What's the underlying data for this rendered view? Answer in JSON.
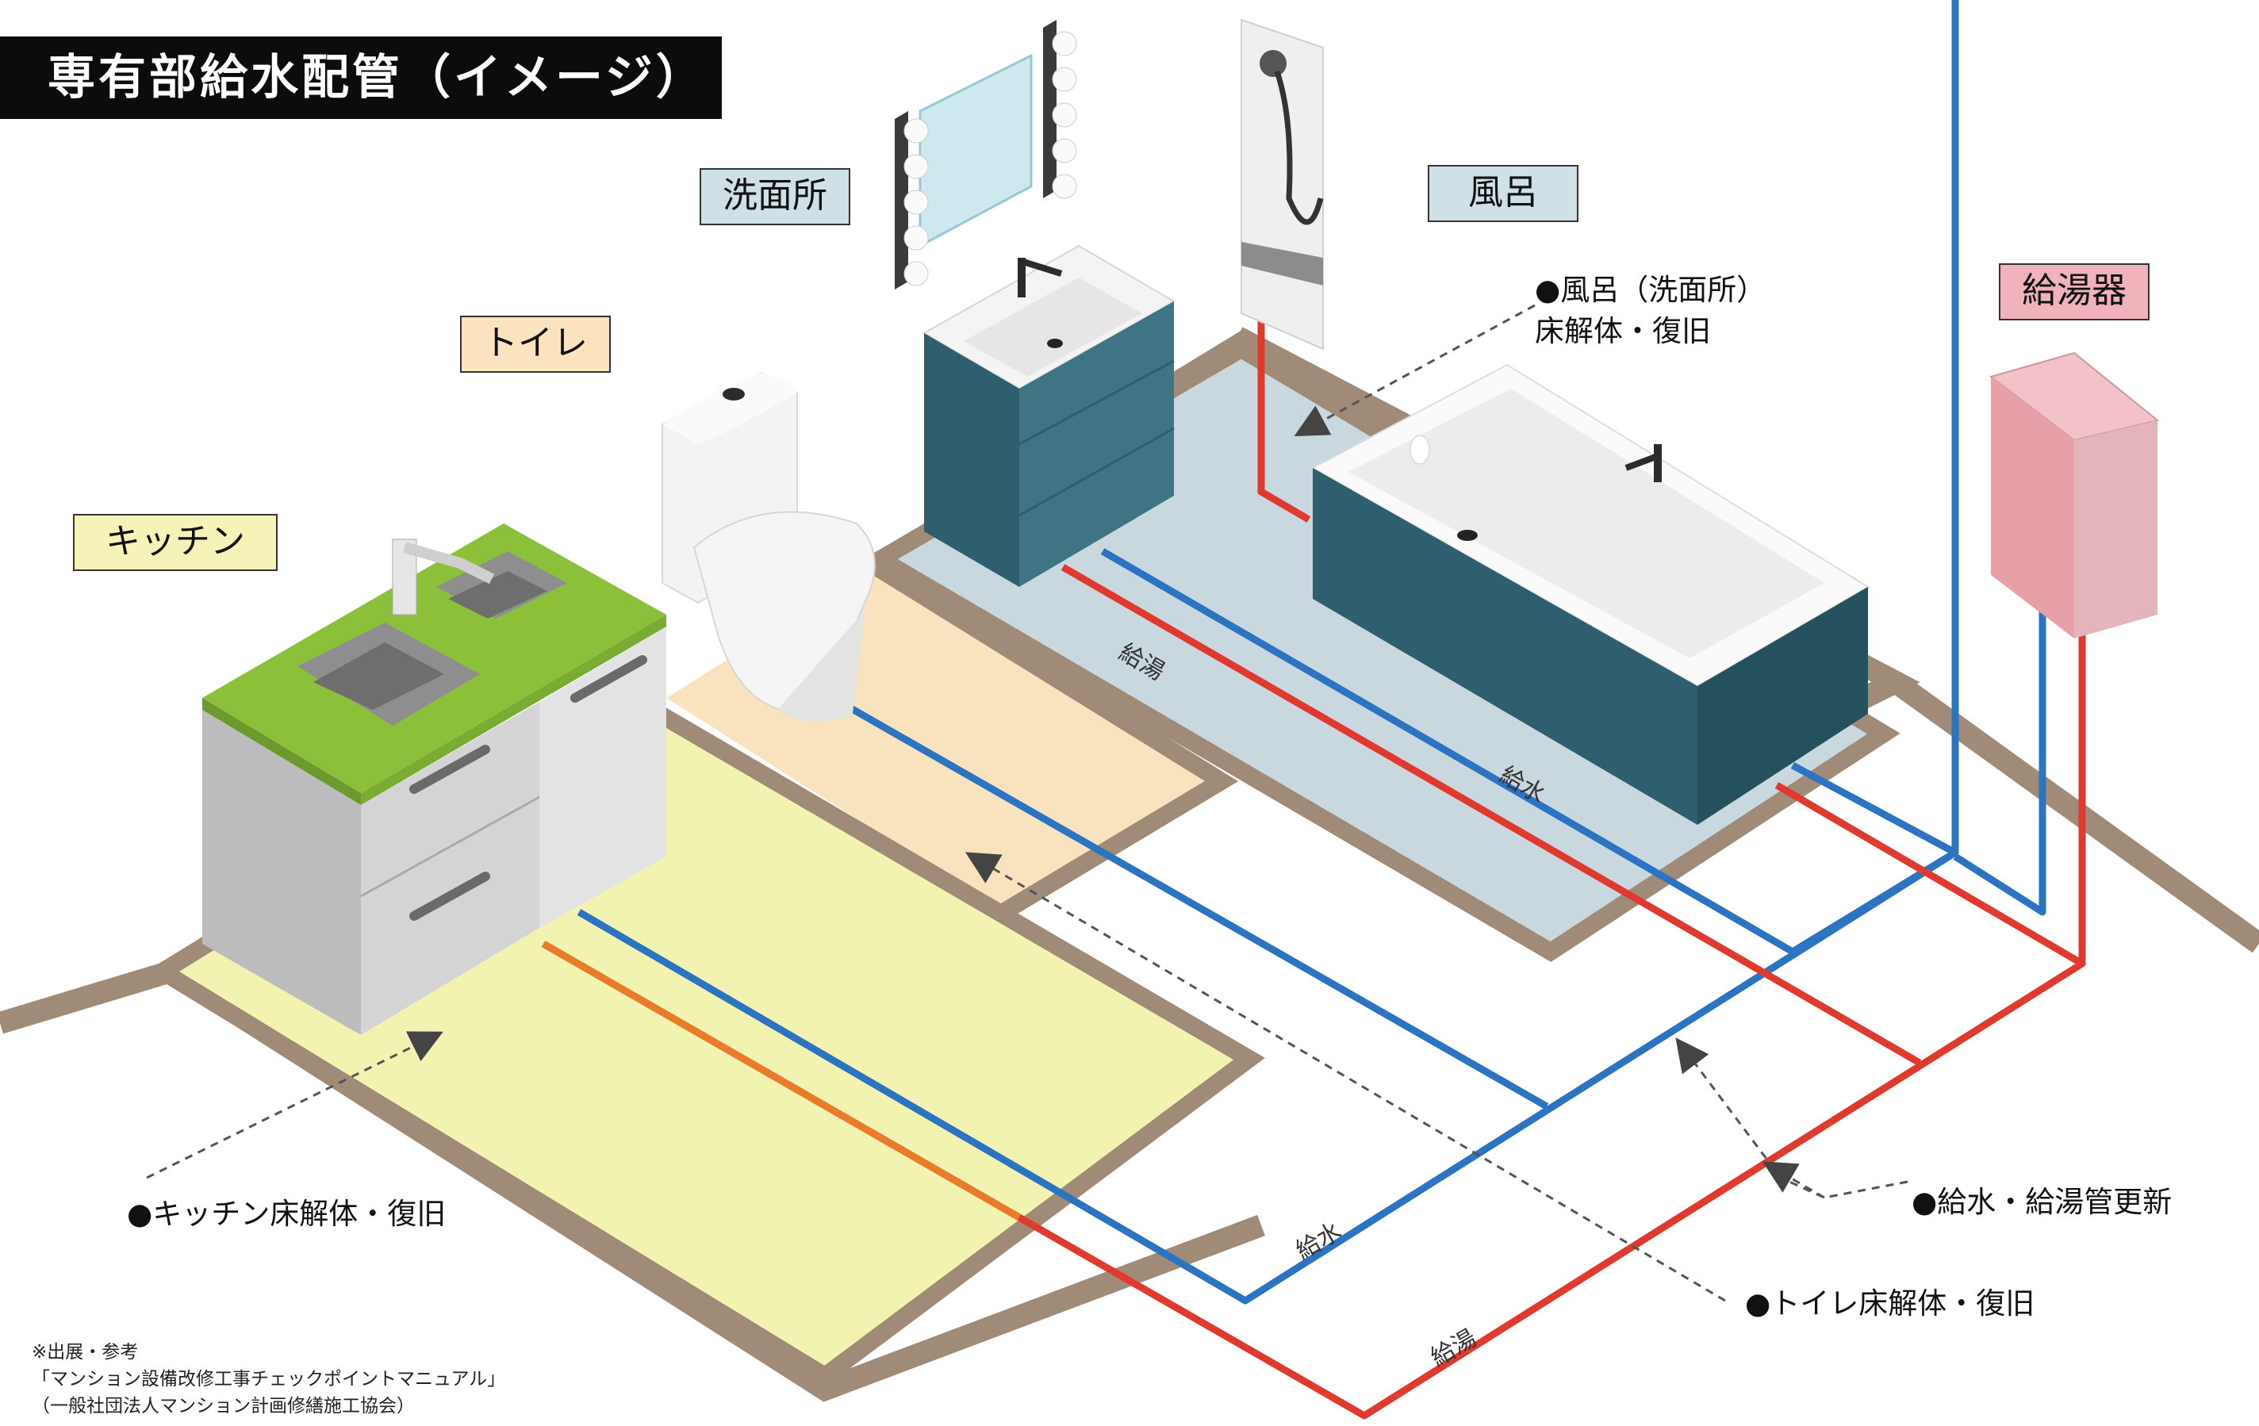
{
  "title": "専有部給水配管（イメージ）",
  "rooms": {
    "washroom": "洗面所",
    "bath": "風呂",
    "toilet": "トイレ",
    "kitchen": "キッチン",
    "water_heater": "給湯器"
  },
  "callouts": {
    "bath_floor": [
      "●風呂（洗面所）",
      "床解体・復旧"
    ],
    "kitchen_floor": "●キッチン床解体・復旧",
    "pipe_renewal": "●給水・給湯管更新",
    "toilet_floor": "●トイレ床解体・復旧"
  },
  "pipe_labels": {
    "hot_upper": "給湯",
    "cold_upper": "給水",
    "cold_lower": "給水",
    "hot_lower": "給湯"
  },
  "source": [
    "※出展・参考",
    "「マンション設備改修工事チェックポイントマニュアル」",
    "（一般社団法人マンション計画修繕施工協会）"
  ],
  "colors": {
    "cold_pipe": "#2a74c2",
    "hot_pipe": "#e03a2f",
    "wall": "#a08a78",
    "bath_floor": "#c9d8de",
    "toilet_floor": "#f9e3bf",
    "kitchen_floor": "#f2f2b1",
    "vanity": "#2f5e6e",
    "water_heater": "#e8a0a8",
    "countertop": "#8cbf3a",
    "washroom_label_bg": "#cfe1e6",
    "bath_label_bg": "#cfe1e6",
    "toilet_label_bg": "#fbe3bf",
    "kitchen_label_bg": "#f6f3b8",
    "heater_label_bg": "#f1b3bb"
  }
}
